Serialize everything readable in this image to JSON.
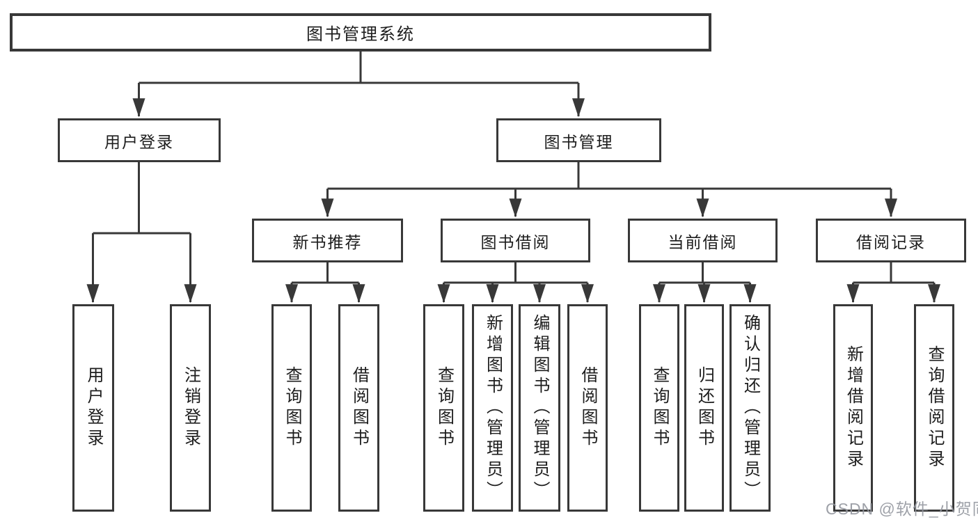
{
  "diagram": {
    "type": "hierarchy-tree",
    "colors": {
      "line": "#383838",
      "box_border": "#383838",
      "text": "#1d1d1d",
      "watermark": "#94979e",
      "background": "#ffffff"
    },
    "tree": {
      "label": "图书管理系统",
      "children": [
        {
          "label": "用户登录",
          "children": [
            {
              "label": "用户登录"
            },
            {
              "label": "注销登录"
            }
          ]
        },
        {
          "label": "图书管理",
          "children": [
            {
              "label": "新书推荐",
              "children": [
                {
                  "label": "查询图书"
                },
                {
                  "label": "借阅图书"
                }
              ]
            },
            {
              "label": "图书借阅",
              "children": [
                {
                  "label": "查询图书"
                },
                {
                  "label": "新增图书（管理员）"
                },
                {
                  "label": "编辑图书（管理员）"
                },
                {
                  "label": "借阅图书"
                }
              ]
            },
            {
              "label": "当前借阅",
              "children": [
                {
                  "label": "查询图书"
                },
                {
                  "label": "归还图书"
                },
                {
                  "label": "确认归还（管理员）"
                }
              ]
            },
            {
              "label": "借阅记录",
              "children": [
                {
                  "label": "新增借阅记录"
                },
                {
                  "label": "查询借阅记录"
                }
              ]
            }
          ]
        }
      ]
    },
    "watermark": {
      "text": "CSDN @软件_小贺同学"
    }
  }
}
